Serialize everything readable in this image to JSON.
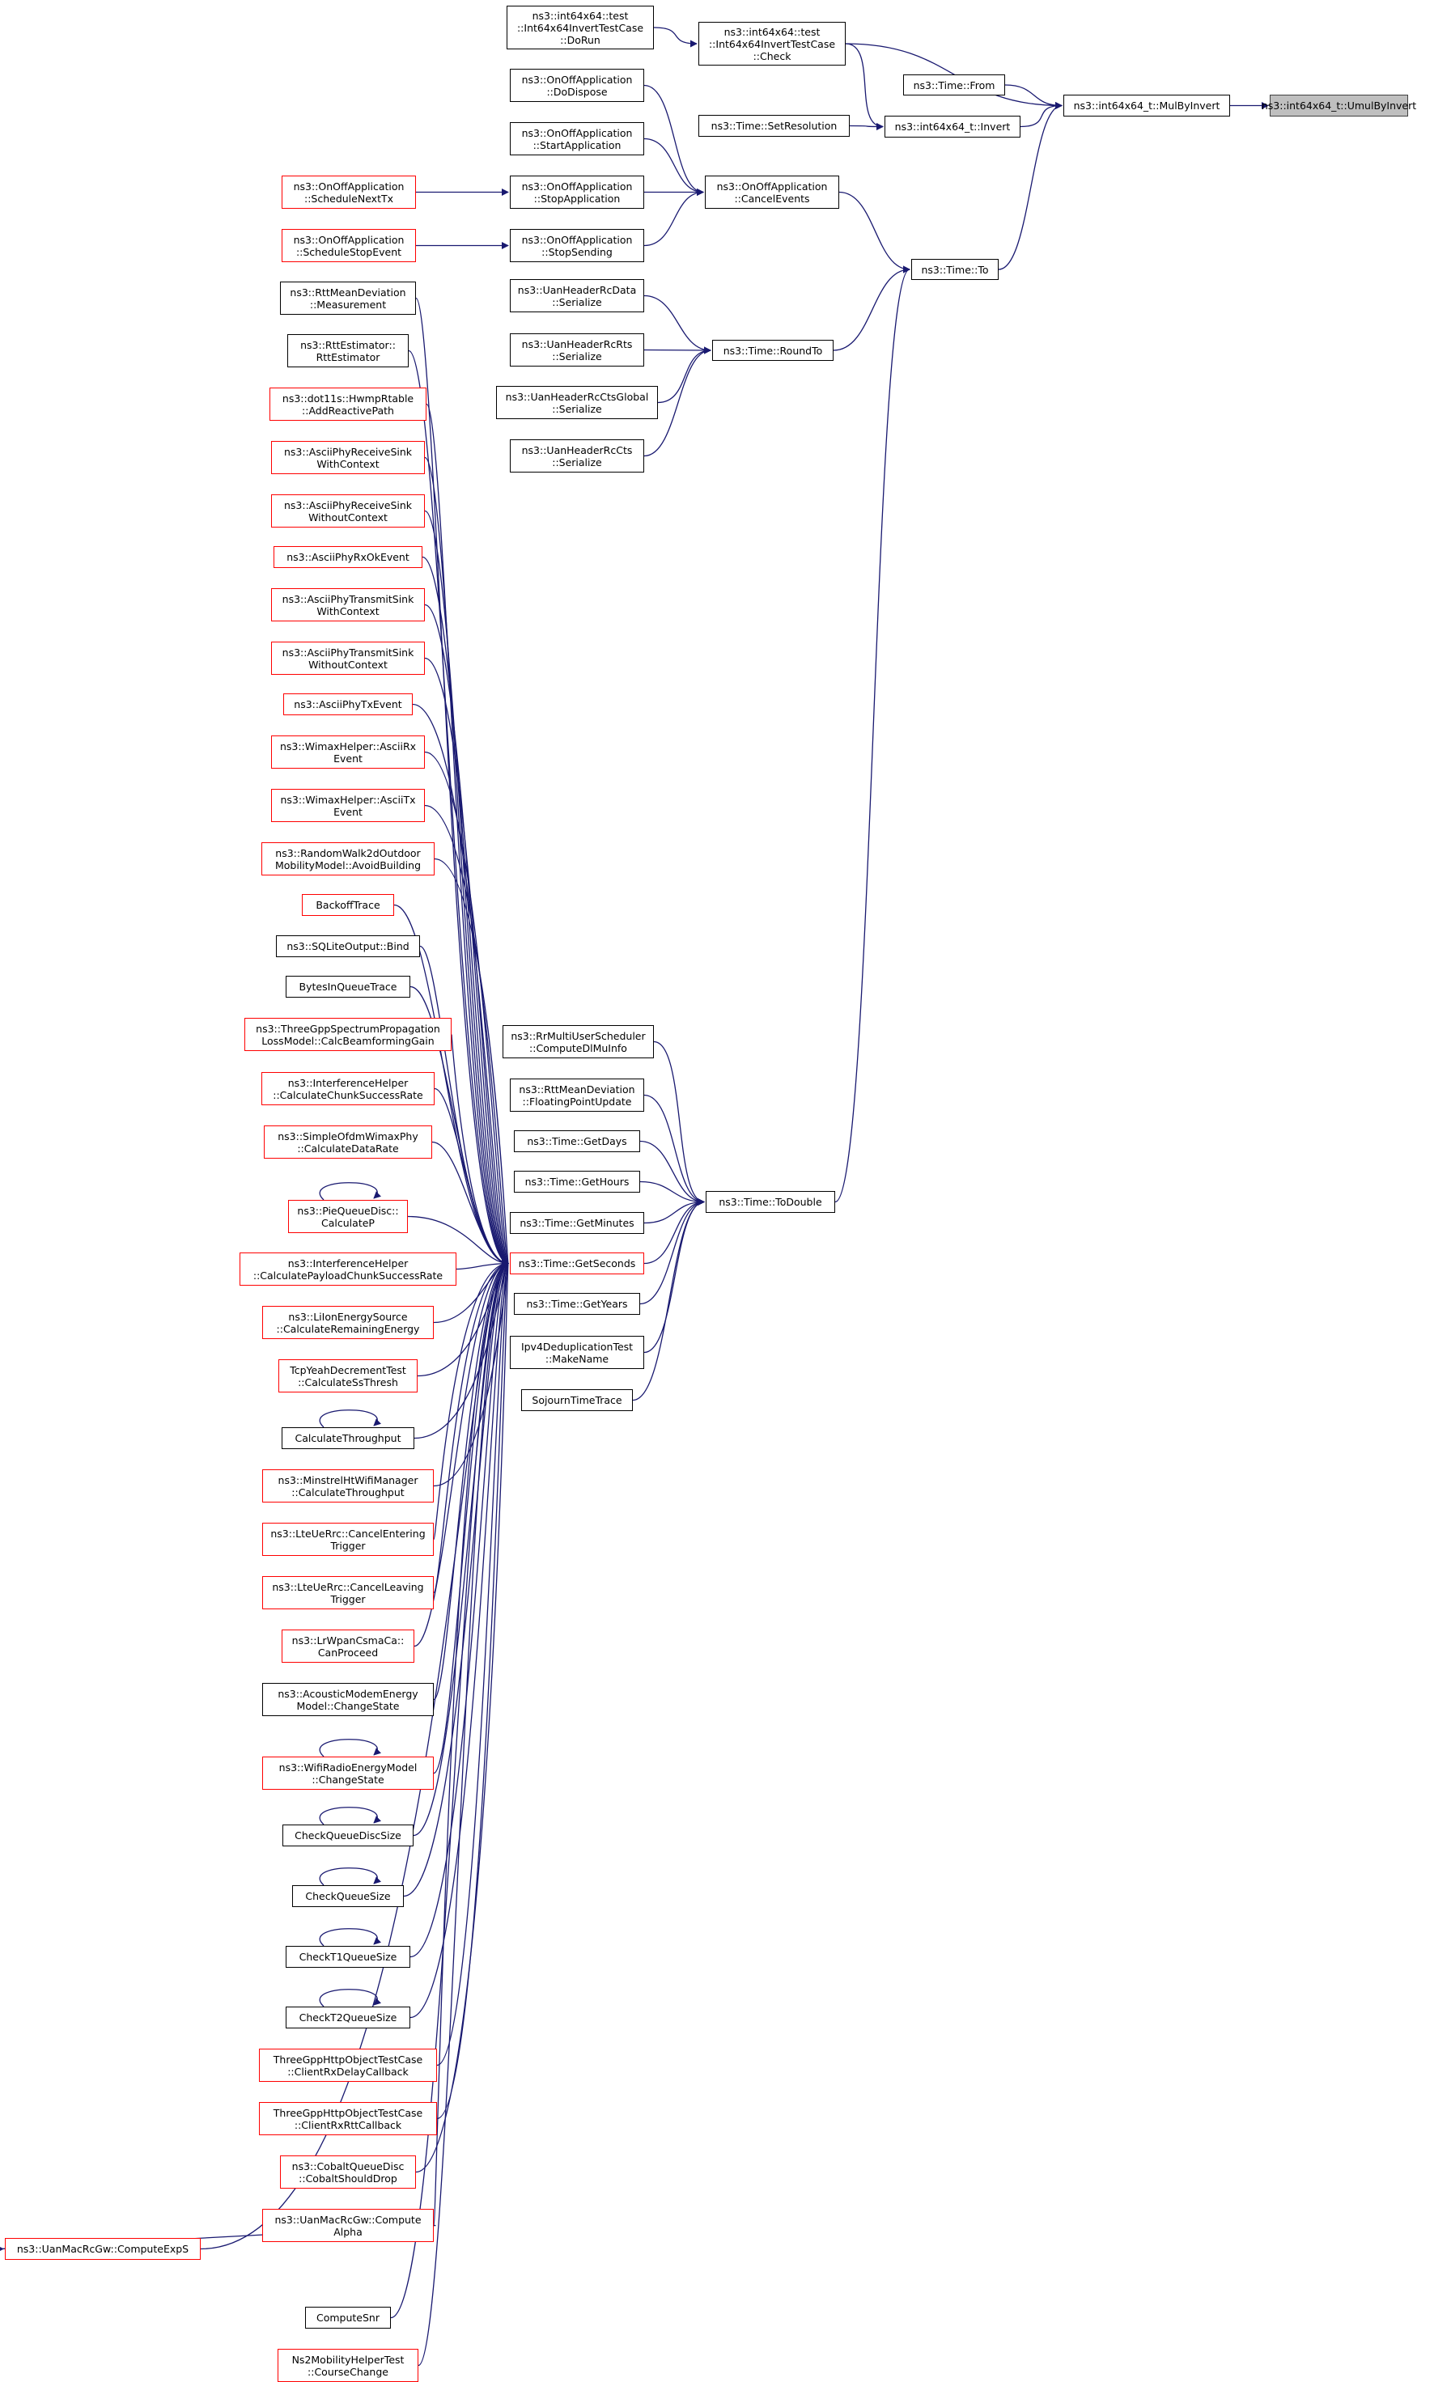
{
  "graph": {
    "colors": {
      "edge": "#191970",
      "node_border": "#000000",
      "truncated_border": "#ff0000",
      "root_fill": "#bfbfbf"
    },
    "nodes": [
      {
        "id": "root",
        "lines": [
          "ns3::int64x64_t::UmulByInvert"
        ],
        "style": "root"
      },
      {
        "id": "mulbyinvert",
        "lines": [
          "ns3::int64x64_t::MulByInvert"
        ]
      },
      {
        "id": "test_check",
        "lines": [
          "ns3::int64x64::test",
          "::Int64x64InvertTestCase",
          "::Check"
        ]
      },
      {
        "id": "test_dorun",
        "lines": [
          "ns3::int64x64::test",
          "::Int64x64InvertTestCase",
          "::DoRun"
        ]
      },
      {
        "id": "time_from",
        "lines": [
          "ns3::Time::From"
        ]
      },
      {
        "id": "invert",
        "lines": [
          "ns3::int64x64_t::Invert"
        ]
      },
      {
        "id": "set_resolution",
        "lines": [
          "ns3::Time::SetResolution"
        ]
      },
      {
        "id": "onoff_cancel",
        "lines": [
          "ns3::OnOffApplication",
          "::CancelEvents"
        ]
      },
      {
        "id": "onoff_dispose",
        "lines": [
          "ns3::OnOffApplication",
          "::DoDispose"
        ]
      },
      {
        "id": "onoff_start",
        "lines": [
          "ns3::OnOffApplication",
          "::StartApplication"
        ]
      },
      {
        "id": "onoff_stopapp",
        "lines": [
          "ns3::OnOffApplication",
          "::StopApplication"
        ]
      },
      {
        "id": "onoff_stopsend",
        "lines": [
          "ns3::OnOffApplication",
          "::StopSending"
        ]
      },
      {
        "id": "onoff_nexttx",
        "lines": [
          "ns3::OnOffApplication",
          "::ScheduleNextTx"
        ],
        "style": "red"
      },
      {
        "id": "onoff_stopevent",
        "lines": [
          "ns3::OnOffApplication",
          "::ScheduleStopEvent"
        ],
        "style": "red"
      },
      {
        "id": "time_to",
        "lines": [
          "ns3::Time::To"
        ]
      },
      {
        "id": "time_roundto",
        "lines": [
          "ns3::Time::RoundTo"
        ]
      },
      {
        "id": "uan_rcdata",
        "lines": [
          "ns3::UanHeaderRcData",
          "::Serialize"
        ]
      },
      {
        "id": "uan_rcrts",
        "lines": [
          "ns3::UanHeaderRcRts",
          "::Serialize"
        ]
      },
      {
        "id": "uan_ctsglobal",
        "lines": [
          "ns3::UanHeaderRcCtsGlobal",
          "::Serialize"
        ]
      },
      {
        "id": "uan_rccts",
        "lines": [
          "ns3::UanHeaderRcCts",
          "::Serialize"
        ]
      },
      {
        "id": "time_todouble",
        "lines": [
          "ns3::Time::ToDouble"
        ]
      },
      {
        "id": "rrmulti",
        "lines": [
          "ns3::RrMultiUserScheduler",
          "::ComputeDlMuInfo"
        ]
      },
      {
        "id": "rtt_float",
        "lines": [
          "ns3::RttMeanDeviation",
          "::FloatingPointUpdate"
        ]
      },
      {
        "id": "getdays",
        "lines": [
          "ns3::Time::GetDays"
        ]
      },
      {
        "id": "gethours",
        "lines": [
          "ns3::Time::GetHours"
        ]
      },
      {
        "id": "getminutes",
        "lines": [
          "ns3::Time::GetMinutes"
        ]
      },
      {
        "id": "getseconds",
        "lines": [
          "ns3::Time::GetSeconds"
        ],
        "style": "red"
      },
      {
        "id": "getyears",
        "lines": [
          "ns3::Time::GetYears"
        ]
      },
      {
        "id": "ipv4dedup",
        "lines": [
          "Ipv4DeduplicationTest",
          "::MakeName"
        ]
      },
      {
        "id": "sojourn",
        "lines": [
          "SojournTimeTrace"
        ]
      },
      {
        "id": "rtt_meas",
        "lines": [
          "ns3::RttMeanDeviation",
          "::Measurement"
        ]
      },
      {
        "id": "rtt_est",
        "lines": [
          "ns3::RttEstimator::",
          "RttEstimator"
        ]
      },
      {
        "id": "hwmp",
        "lines": [
          "ns3::dot11s::HwmpRtable",
          "::AddReactivePath"
        ],
        "style": "red"
      },
      {
        "id": "ascii_rxsinkctx",
        "lines": [
          "ns3::AsciiPhyReceiveSink",
          "WithContext"
        ],
        "style": "red"
      },
      {
        "id": "ascii_rxsinknoctx",
        "lines": [
          "ns3::AsciiPhyReceiveSink",
          "WithoutContext"
        ],
        "style": "red"
      },
      {
        "id": "ascii_rxok",
        "lines": [
          "ns3::AsciiPhyRxOkEvent"
        ],
        "style": "red"
      },
      {
        "id": "ascii_txsinkctx",
        "lines": [
          "ns3::AsciiPhyTransmitSink",
          "WithContext"
        ],
        "style": "red"
      },
      {
        "id": "ascii_txsinknoctx",
        "lines": [
          "ns3::AsciiPhyTransmitSink",
          "WithoutContext"
        ],
        "style": "red"
      },
      {
        "id": "ascii_txevent",
        "lines": [
          "ns3::AsciiPhyTxEvent"
        ],
        "style": "red"
      },
      {
        "id": "wimax_rx",
        "lines": [
          "ns3::WimaxHelper::AsciiRx",
          "Event"
        ],
        "style": "red"
      },
      {
        "id": "wimax_tx",
        "lines": [
          "ns3::WimaxHelper::AsciiTx",
          "Event"
        ],
        "style": "red"
      },
      {
        "id": "randomwalk",
        "lines": [
          "ns3::RandomWalk2dOutdoor",
          "MobilityModel::AvoidBuilding"
        ],
        "style": "red"
      },
      {
        "id": "backoff",
        "lines": [
          "BackoffTrace"
        ],
        "style": "red"
      },
      {
        "id": "sqlite",
        "lines": [
          "ns3::SQLiteOutput::Bind"
        ]
      },
      {
        "id": "bytesqueue",
        "lines": [
          "BytesInQueueTrace"
        ]
      },
      {
        "id": "threegpp_beam",
        "lines": [
          "ns3::ThreeGppSpectrumPropagation",
          "LossModel::CalcBeamformingGain"
        ],
        "style": "red"
      },
      {
        "id": "interf_chunk",
        "lines": [
          "ns3::InterferenceHelper",
          "::CalculateChunkSuccessRate"
        ],
        "style": "red"
      },
      {
        "id": "simpleofdm",
        "lines": [
          "ns3::SimpleOfdmWimaxPhy",
          "::CalculateDataRate"
        ],
        "style": "red"
      },
      {
        "id": "pie",
        "lines": [
          "ns3::PieQueueDisc::",
          "CalculateP"
        ],
        "style": "red"
      },
      {
        "id": "interf_payload",
        "lines": [
          "ns3::InterferenceHelper",
          "::CalculatePayloadChunkSuccessRate"
        ],
        "style": "red"
      },
      {
        "id": "liion",
        "lines": [
          "ns3::LiIonEnergySource",
          "::CalculateRemainingEnergy"
        ],
        "style": "red"
      },
      {
        "id": "tcpyeah",
        "lines": [
          "TcpYeahDecrementTest",
          "::CalculateSsThresh"
        ],
        "style": "red"
      },
      {
        "id": "calcthroughput",
        "lines": [
          "CalculateThroughput"
        ]
      },
      {
        "id": "minstrel",
        "lines": [
          "ns3::MinstrelHtWifiManager",
          "::CalculateThroughput"
        ],
        "style": "red"
      },
      {
        "id": "lte_centering",
        "lines": [
          "ns3::LteUeRrc::CancelEntering",
          "Trigger"
        ],
        "style": "red"
      },
      {
        "id": "lte_cleaving",
        "lines": [
          "ns3::LteUeRrc::CancelLeaving",
          "Trigger"
        ],
        "style": "red"
      },
      {
        "id": "lrwpan",
        "lines": [
          "ns3::LrWpanCsmaCa::",
          "CanProceed"
        ],
        "style": "red"
      },
      {
        "id": "acoustic",
        "lines": [
          "ns3::AcousticModemEnergy",
          "Model::ChangeState"
        ]
      },
      {
        "id": "wifiradio",
        "lines": [
          "ns3::WifiRadioEnergyModel",
          "::ChangeState"
        ],
        "style": "red"
      },
      {
        "id": "checkqdisc",
        "lines": [
          "CheckQueueDiscSize"
        ]
      },
      {
        "id": "checkqueue",
        "lines": [
          "CheckQueueSize"
        ]
      },
      {
        "id": "checkt1",
        "lines": [
          "CheckT1QueueSize"
        ]
      },
      {
        "id": "checkt2",
        "lines": [
          "CheckT2QueueSize"
        ]
      },
      {
        "id": "http_delay",
        "lines": [
          "ThreeGppHttpObjectTestCase",
          "::ClientRxDelayCallback"
        ],
        "style": "red"
      },
      {
        "id": "http_rtt",
        "lines": [
          "ThreeGppHttpObjectTestCase",
          "::ClientRxRttCallback"
        ],
        "style": "red"
      },
      {
        "id": "cobalt",
        "lines": [
          "ns3::CobaltQueueDisc",
          "::CobaltShouldDrop"
        ],
        "style": "red"
      },
      {
        "id": "uan_alpha",
        "lines": [
          "ns3::UanMacRcGw::Compute",
          "Alpha"
        ],
        "style": "red"
      },
      {
        "id": "uan_exps",
        "lines": [
          "ns3::UanMacRcGw::ComputeExpS"
        ],
        "style": "red"
      },
      {
        "id": "computesnr",
        "lines": [
          "ComputeSnr"
        ]
      },
      {
        "id": "ns2mob",
        "lines": [
          "Ns2MobilityHelperTest",
          "::CourseChange"
        ],
        "style": "red"
      }
    ]
  }
}
